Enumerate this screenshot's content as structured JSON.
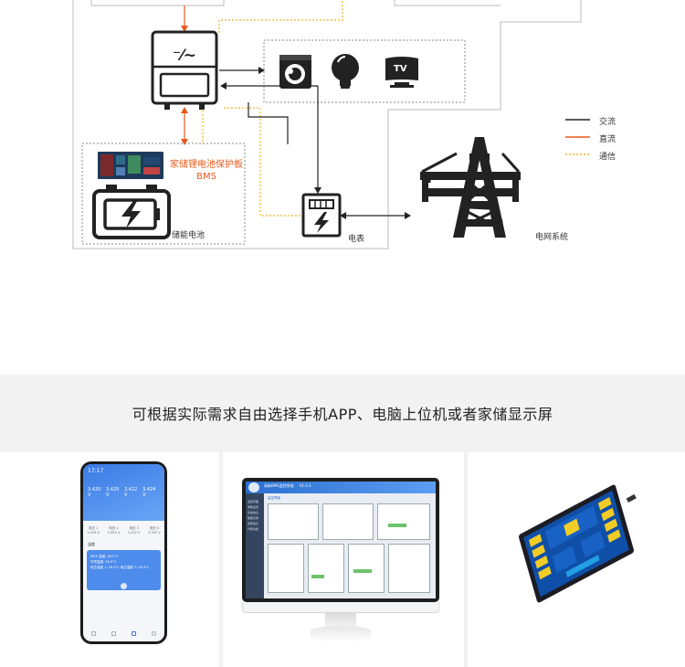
{
  "diagram": {
    "bms_label_line1": "家储锂电池保护板",
    "bms_label_line2": "BMS",
    "battery_label": "储能电池",
    "meter_label": "电表",
    "grid_label": "电网系统",
    "tv_text": "TV",
    "legend": [
      {
        "label": "交流",
        "color": "#222222",
        "style": "solid"
      },
      {
        "label": "直流",
        "color": "#e8591a",
        "style": "solid"
      },
      {
        "label": "通信",
        "color": "#f0b428",
        "style": "dashed"
      }
    ],
    "colors": {
      "ac": "#222222",
      "dc": "#e8591a",
      "comm": "#f0b428",
      "box": "#888888"
    }
  },
  "section": {
    "headline": "可根据实际需求自由选择手机APP、电脑上位机或者家储显示屏"
  },
  "phone": {
    "time": "17:17",
    "stats": [
      "3.420 V",
      "3.425 V",
      "3.422 V",
      "3.424 V"
    ],
    "cells": [
      {
        "name": "电压 1",
        "value": "3.239 V"
      },
      {
        "name": "电压 2",
        "value": "3.453 V"
      },
      {
        "name": "电压 3",
        "value": "3.432 V"
      },
      {
        "name": "电压 4",
        "value": "3.347 V"
      }
    ],
    "temp_title": "温度",
    "temps": [
      "MOS 温度: 28.2°C",
      "环境温度: 26.0°C",
      "电芯温度 1: 26.4°C   电芯温度 2: 26.4°C"
    ]
  },
  "pc": {
    "app_title": "高新BMS监控系统",
    "version": "V1.0.1",
    "tab": "监控界面",
    "sidebar": [
      "监控界面",
      "参数设置",
      "系统信息",
      "数据记录",
      "告警信息",
      "升级功能"
    ]
  }
}
